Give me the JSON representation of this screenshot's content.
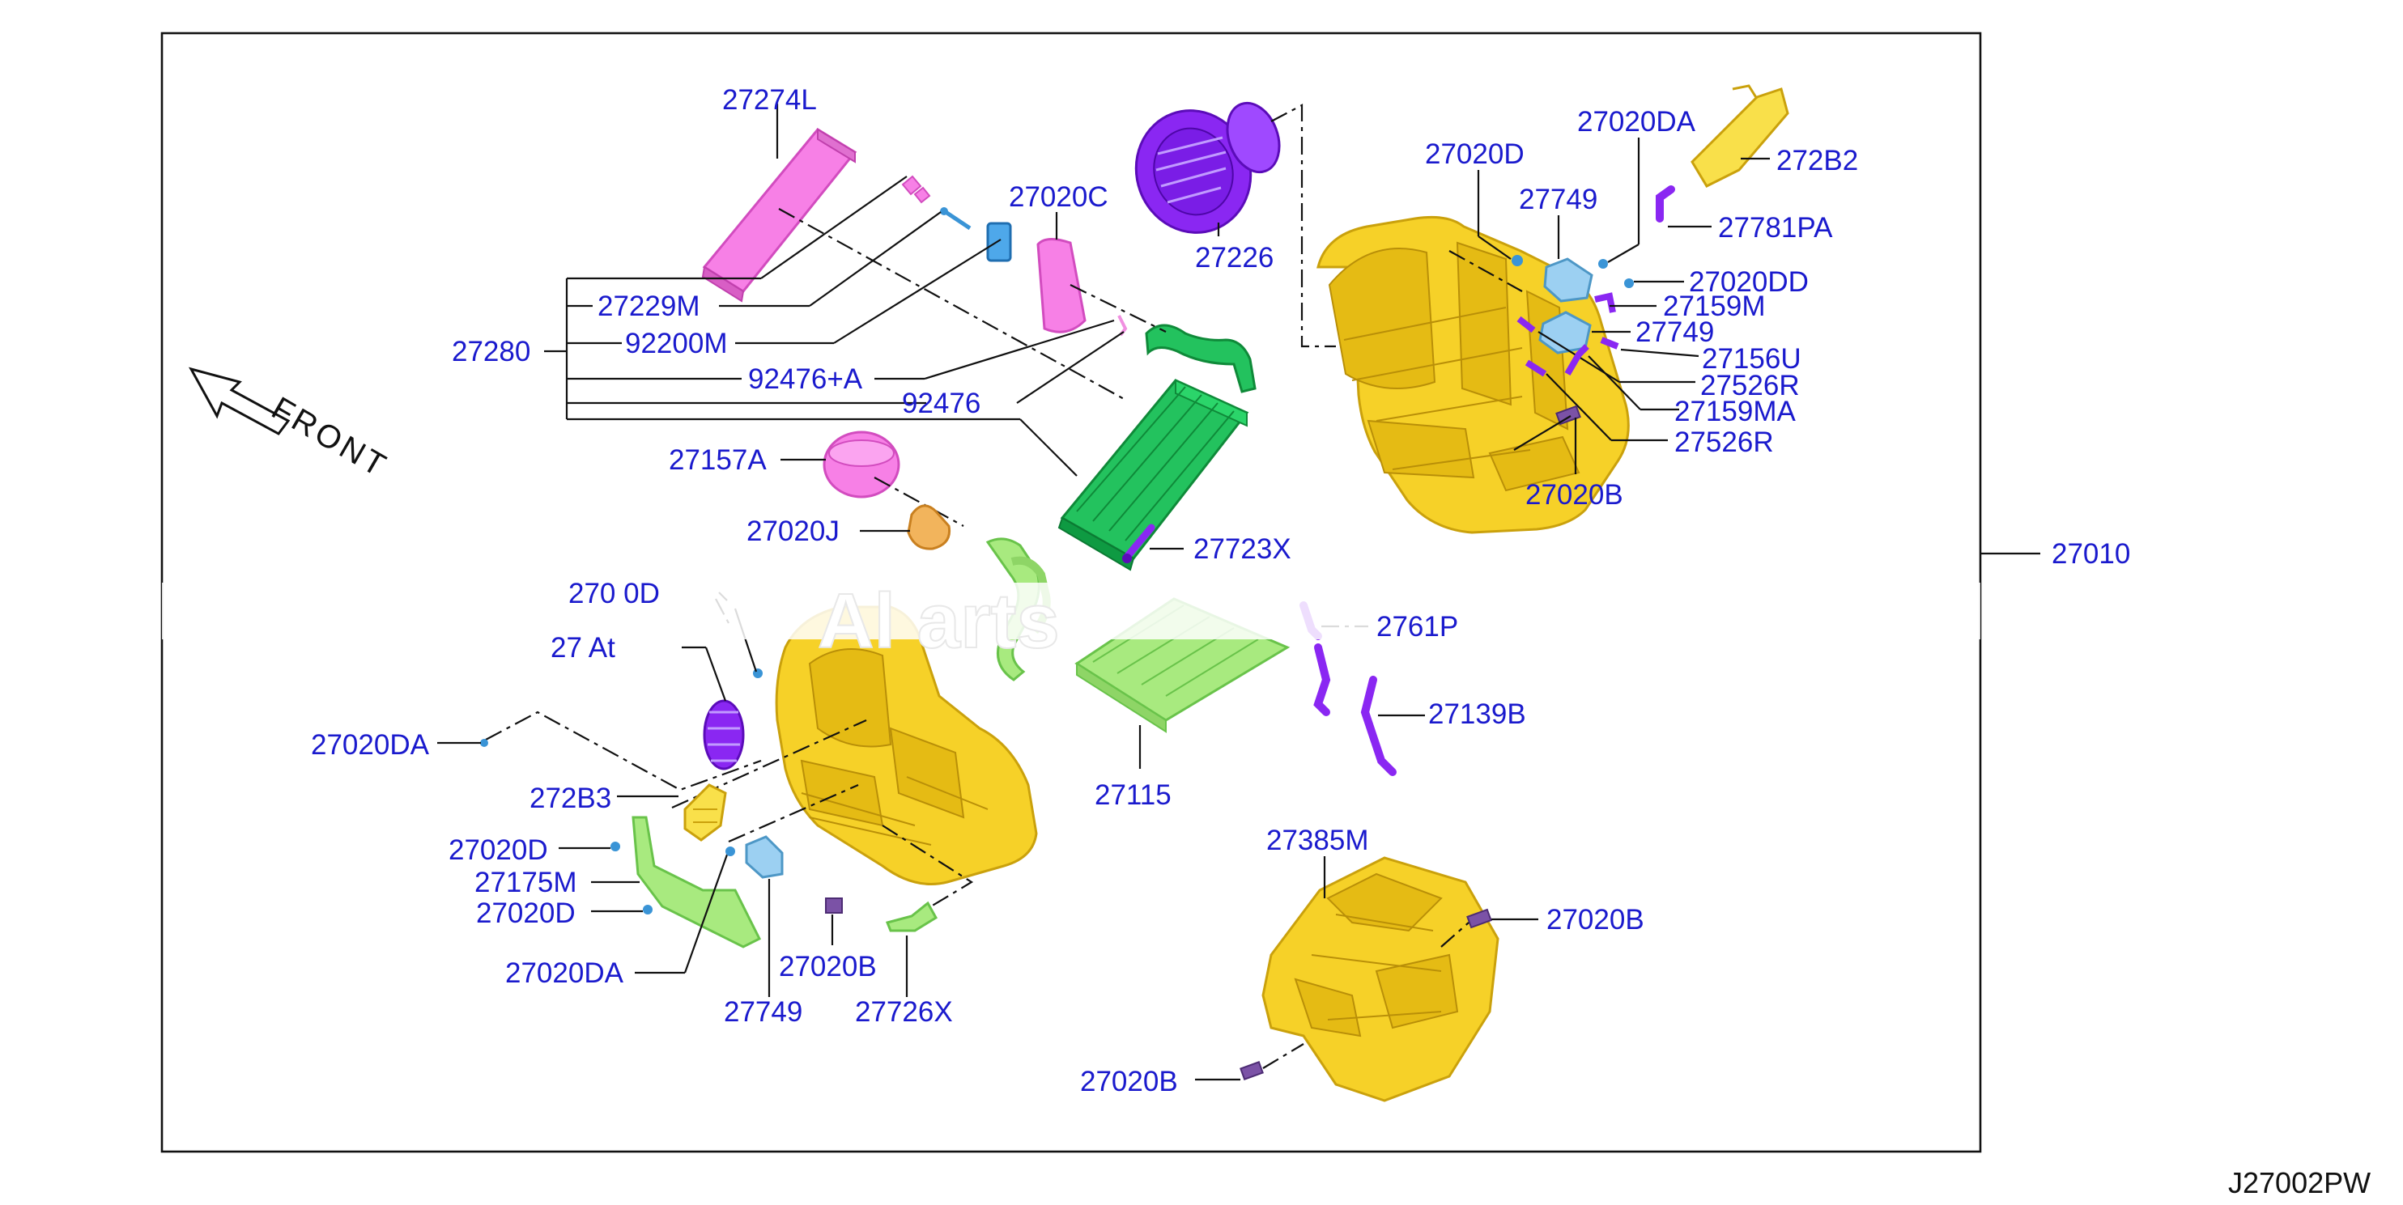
{
  "diagram": {
    "code": "J27002PW",
    "front": "FRONT",
    "watermark": "Al    arts",
    "labels": {
      "p27274L": "27274L",
      "p27229M": "27229M",
      "p27280": "27280",
      "p92200M": "92200M",
      "p92476A": "92476+A",
      "p92476": "92476",
      "p27020C": "27020C",
      "p27226": "27226",
      "p27157A": "27157A",
      "p27020J": "27020J",
      "p27723X": "27723X",
      "p27020D_r": "27020D",
      "p27020DA_r": "27020DA",
      "p272B2": "272B2",
      "p27749_r1": "27749",
      "p27781PA": "27781PA",
      "p27020DD": "27020DD",
      "p27159M": "27159M",
      "p27749_r2": "27749",
      "p27156U": "27156U",
      "p27526R_1": "27526R",
      "p27159MA": "27159MA",
      "p27526R_2": "27526R",
      "p27020B_r": "27020B",
      "p27010": "27010",
      "p270_0D": "270 0D",
      "p277At": "27 At",
      "p27020DA_l": "27020DA",
      "p272B3": "272B3",
      "p27020D_l1": "27020D",
      "p27175M": "27175M",
      "p27020D_l2": "27020D",
      "p27020DA_l2": "27020DA",
      "p27749_l": "27749",
      "p27020B_l": "27020B",
      "p27726X": "27726X",
      "p27115": "27115",
      "p27139B": "27139B",
      "p2761P": "2761P",
      "p27385M": "27385M",
      "p27020B_b1": "27020B",
      "p27020B_b2": "27020B"
    }
  }
}
